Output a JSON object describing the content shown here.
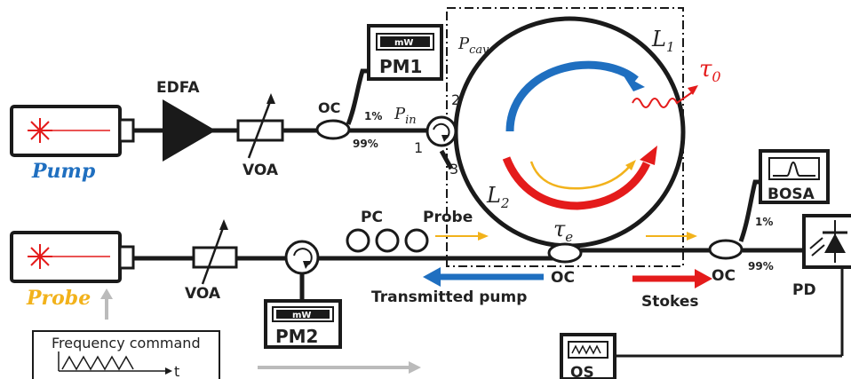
{
  "labels": {
    "pump": "Pump",
    "probe": "Probe",
    "edfa": "EDFA",
    "voa_top": "VOA",
    "voa_bottom": "VOA",
    "oc_top": "OC",
    "oc_ring": "OC",
    "oc_right": "OC",
    "pc": "PC",
    "probe_arrow": "Probe",
    "transmitted_pump": "Transmitted pump",
    "stokes": "Stokes",
    "pd": "PD",
    "pm1_unit": "mW",
    "pm1": "PM1",
    "pm2_unit": "mW",
    "pm2": "PM2",
    "bosa": "BOSA",
    "os": "OS",
    "split_1pct_top": "1%",
    "split_99pct_top": "99%",
    "split_1pct_right": "1%",
    "split_99pct_right": "99%",
    "port1": "1",
    "port2": "2",
    "port3": "3",
    "freq_command": "Frequency command",
    "freq_t": "t"
  },
  "math": {
    "pcav_main": "P",
    "pcav_sub": "cav",
    "pin_main": "P",
    "pin_sub": "in",
    "l1_main": "L",
    "l1_sub": "1",
    "l2_main": "L",
    "l2_sub": "2",
    "tau0_main": "τ",
    "tau0_sub": "0",
    "taue_main": "τ",
    "taue_sub": "e"
  },
  "colors": {
    "pump": "#1f6fc0",
    "probe": "#f2b21b",
    "stokes": "#e41b1b",
    "transmitted": "#1f6fc0",
    "loss": "#e41b1b",
    "fiber": "#1a1a1a"
  }
}
